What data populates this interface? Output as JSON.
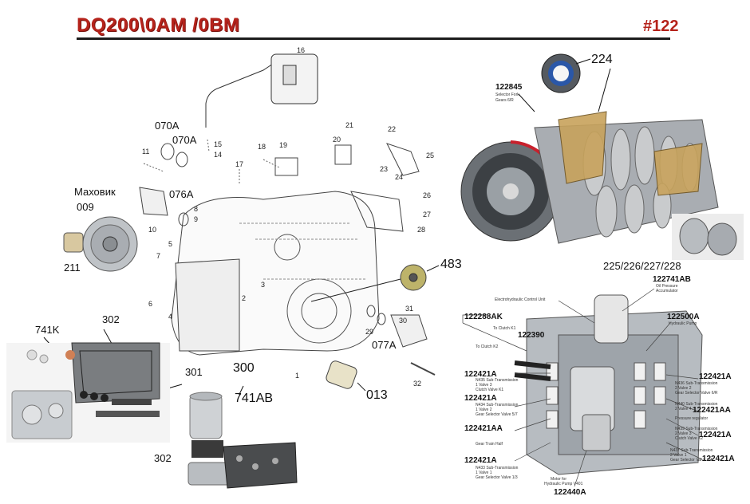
{
  "header": {
    "title": "DQ200\\0AM /0BM",
    "page_number": "#122"
  },
  "exploded_view": {
    "big_labels": [
      "070A",
      "070A",
      "076A",
      "Маховик",
      "009",
      "211",
      "300",
      "483",
      "077A",
      "013"
    ],
    "part_numbers": [
      "16",
      "15",
      "14",
      "11",
      "10",
      "8",
      "9",
      "18",
      "19",
      "17",
      "21",
      "20",
      "22",
      "25",
      "23",
      "24",
      "26",
      "27",
      "28",
      "5",
      "7",
      "3",
      "6",
      "4",
      "29",
      "31",
      "30",
      "32",
      "1",
      "2"
    ]
  },
  "kits": {
    "labels": [
      "741K",
      "302",
      "301",
      "741AB",
      "302"
    ]
  },
  "gearbox": {
    "labels": [
      "224",
      "122845",
      "225/226/227/228"
    ],
    "fork_caption": [
      "Selector Fork",
      "Gears 6/R"
    ]
  },
  "valve_body": {
    "labels": [
      "122741AB",
      "122500A",
      "122288AK",
      "122390",
      "122421A",
      "122421A",
      "122421AA",
      "122421A",
      "122421A",
      "122421AA",
      "122421A",
      "122421A",
      "122440A"
    ],
    "captions": [
      "Electrohydraulic Control Unit",
      "Oil Pressure",
      "Accumulator",
      "Hydraulic Pump",
      "To Clutch K1",
      "To Clutch K2",
      "N435 Sub-Transmission",
      "1 Valve 3",
      "Clutch Valve K1",
      "N434 Sub-Transmission",
      "1 Valve 2",
      "Gear Selector Valve 5/7",
      "Gear Train Half",
      "N436 Sub-Transmission",
      "2 Valve 2",
      "Gear Selector Valve 6/R",
      "N440 Sub-Transmission",
      "2 Valve 4",
      "Pressure regulator",
      "N439 Sub-Transmission",
      "2 Valve 3",
      "Clutch Valve K2",
      "N437 Sub-Transmission",
      "2 Valve 1",
      "Gear Selector Valve 2/4",
      "N433 Sub-Transmission",
      "1 Valve 1",
      "Gear Selector Valve 1/3",
      "Motor for",
      "Hydraulic Pump V401"
    ]
  },
  "colors": {
    "title": "#b5231b",
    "rule": "#1c1c1c",
    "line": "#222222"
  }
}
